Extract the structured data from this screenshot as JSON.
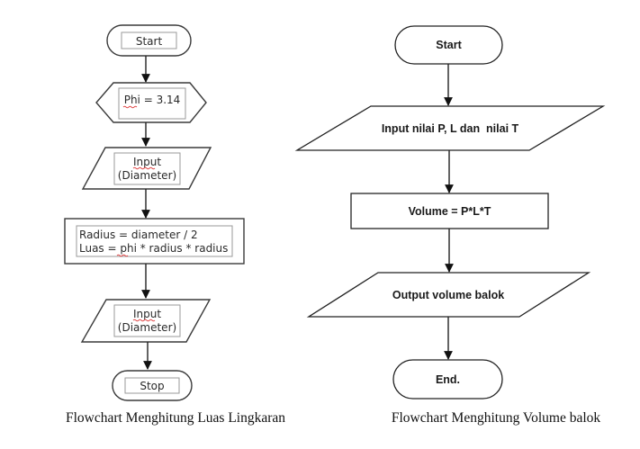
{
  "left_flowchart": {
    "caption": "Flowchart Menghitung Luas Lingkaran",
    "start": "Start",
    "constant": "Phi = 3.14",
    "input1": {
      "line1": "Input",
      "line2": "(Diameter)"
    },
    "process": {
      "line1": "Radius = diameter / 2",
      "line2": "Luas = phi * radius * radius"
    },
    "output": {
      "line1": "Input",
      "line2": "(Diameter)"
    },
    "stop": "Stop"
  },
  "right_flowchart": {
    "caption": "Flowchart Menghitung Volume balok",
    "start": "Start",
    "input": "Input nilai P, L dan  nilai T",
    "process": "Volume = P*L*T",
    "output": "Output volume balok",
    "end": "End."
  },
  "colors": {
    "stroke": "#3a3a3a",
    "inner_frame": "#9a9a9a",
    "spellcheck": "#e04040"
  }
}
